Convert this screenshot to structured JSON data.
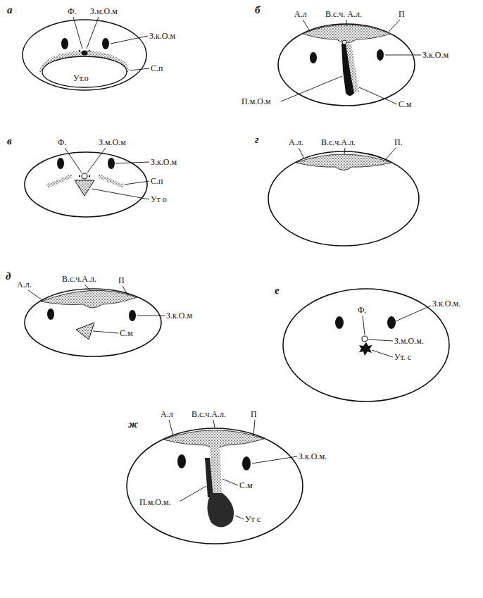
{
  "diagram": {
    "labels": [
      "а",
      "Ф.",
      "З.м.О.м",
      "З.к.О.м",
      "С.п",
      "Ут.о",
      "б",
      "А.л",
      "В.с.ч. А.л.",
      "П",
      "З.к.О.м",
      "П.м.О.м",
      "С.м",
      "в",
      "Ф.",
      "З.м.О.м",
      "З.к.О.м",
      "С.п",
      "Ут о",
      "г",
      "А.л.",
      "В.с.ч.А.л.",
      "П.",
      "д",
      "А.л.",
      "В.с.ч.А.л.",
      "П",
      "З.к.О.м",
      "С.м",
      "е",
      "Ф.",
      "З.к.О.м.",
      "З.м.О.м.",
      "Ут. с",
      "ж",
      "А.л",
      "В.с.ч.А.л.",
      "П",
      "З.к.О.м.",
      "П.м.О.м.",
      "С.м",
      "Ут с"
    ]
  }
}
